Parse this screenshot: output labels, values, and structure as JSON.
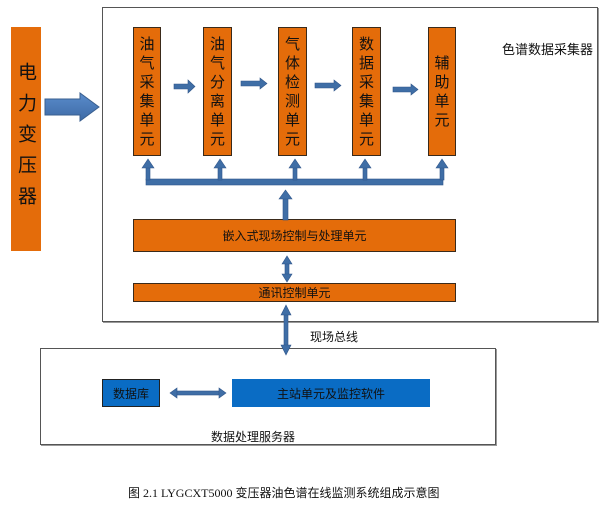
{
  "transformer": {
    "label": "电力变压器"
  },
  "collector": {
    "title": "色谱数据采集器",
    "units": [
      {
        "label": "油气采集单元"
      },
      {
        "label": "油气分离单元"
      },
      {
        "label": "气体检测单元"
      },
      {
        "label": "数据采集单元"
      },
      {
        "label": "辅助单元"
      }
    ],
    "embedded_unit": "嵌入式现场控制与处理单元",
    "comm_unit": "通讯控制单元"
  },
  "bus_label": "现场总线",
  "server": {
    "title": "数据处理服务器",
    "database": "数据库",
    "master": "主站单元及监控软件"
  },
  "caption": "图  2.1 LYGCXT5000  变压器油色谱在线监测系统组成示意图",
  "colors": {
    "orange": "#e46c0a",
    "arrow_blue": "#3f6ea6",
    "box_blue": "#0a6cc4"
  }
}
